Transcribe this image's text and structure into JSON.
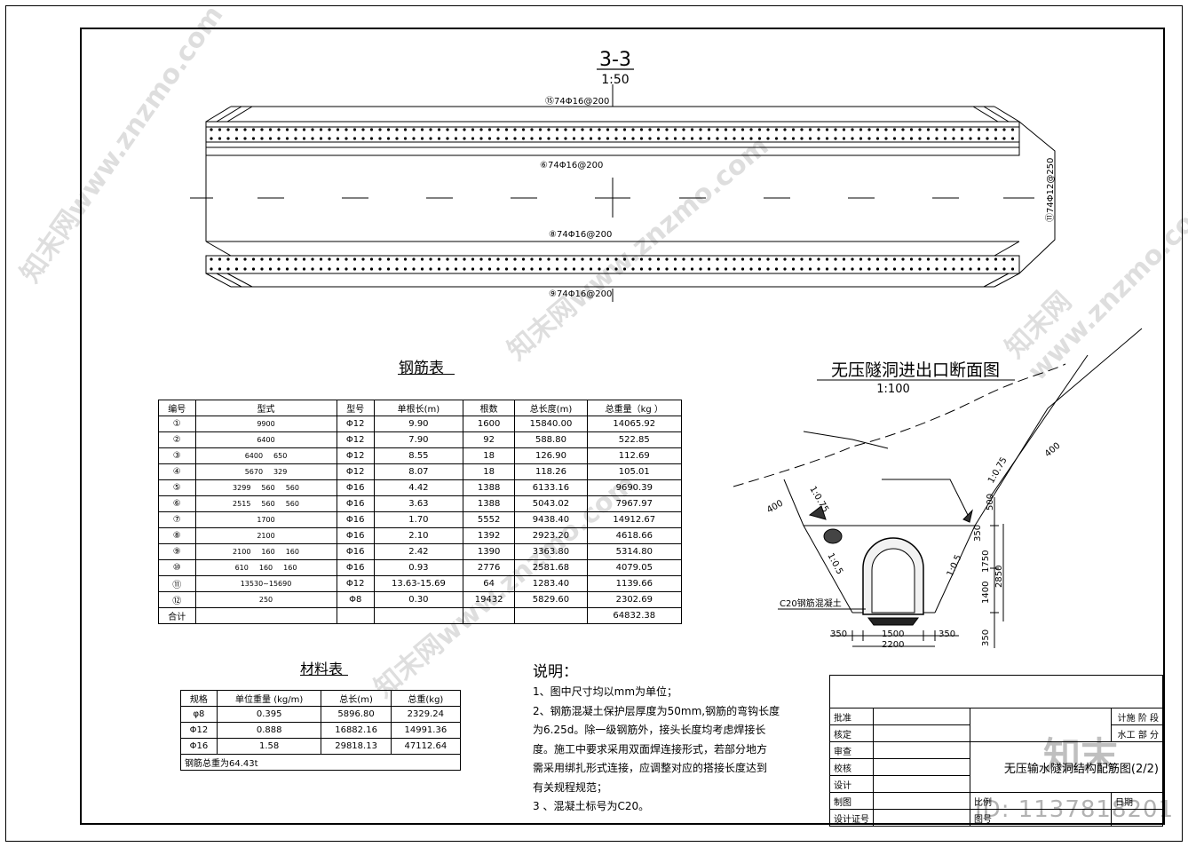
{
  "section": {
    "title": "3-3",
    "scale": "1:50",
    "rebar_labels": [
      "⑮74Φ16@200",
      "⑥74Φ16@200",
      "⑧74Φ16@200",
      "⑨74Φ16@200",
      "⑪74Φ12@250"
    ]
  },
  "rebar_table": {
    "title": "钢筋表",
    "headers": [
      "编号",
      "型式",
      "型号",
      "单根长(m)",
      "根数",
      "总长度(m)",
      "总重量（kg ）"
    ],
    "rows": [
      {
        "id": "①",
        "shape": [
          "9900"
        ],
        "type": "Φ12",
        "unit_len": "9.90",
        "count": "1600",
        "total_len": "15840.00",
        "weight": "14065.92"
      },
      {
        "id": "②",
        "shape": [
          "6400"
        ],
        "type": "Φ12",
        "unit_len": "7.90",
        "count": "92",
        "total_len": "588.80",
        "weight": "522.85"
      },
      {
        "id": "③",
        "shape": [
          "6400",
          "650"
        ],
        "type": "Φ12",
        "unit_len": "8.55",
        "count": "18",
        "total_len": "126.90",
        "weight": "112.69"
      },
      {
        "id": "④",
        "shape": [
          "5670",
          "329"
        ],
        "type": "Φ12",
        "unit_len": "8.07",
        "count": "18",
        "total_len": "118.26",
        "weight": "105.01"
      },
      {
        "id": "⑤",
        "shape": [
          "3299",
          "560",
          "560"
        ],
        "type": "Φ16",
        "unit_len": "4.42",
        "count": "1388",
        "total_len": "6133.16",
        "weight": "9690.39"
      },
      {
        "id": "⑥",
        "shape": [
          "2515",
          "560",
          "560"
        ],
        "type": "Φ16",
        "unit_len": "3.63",
        "count": "1388",
        "total_len": "5043.02",
        "weight": "7967.97"
      },
      {
        "id": "⑦",
        "shape": [
          "1700"
        ],
        "type": "Φ16",
        "unit_len": "1.70",
        "count": "5552",
        "total_len": "9438.40",
        "weight": "14912.67"
      },
      {
        "id": "⑧",
        "shape": [
          "2100"
        ],
        "type": "Φ16",
        "unit_len": "2.10",
        "count": "1392",
        "total_len": "2923.20",
        "weight": "4618.66"
      },
      {
        "id": "⑨",
        "shape": [
          "2100",
          "160",
          "160"
        ],
        "type": "Φ16",
        "unit_len": "2.42",
        "count": "1390",
        "total_len": "3363.80",
        "weight": "5314.80"
      },
      {
        "id": "⑩",
        "shape": [
          "610",
          "160",
          "160"
        ],
        "type": "Φ16",
        "unit_len": "0.93",
        "count": "2776",
        "total_len": "2581.68",
        "weight": "4079.05"
      },
      {
        "id": "⑪",
        "shape": [
          "13530~15690"
        ],
        "type": "Φ12",
        "unit_len": "13.63-15.69",
        "count": "64",
        "total_len": "1283.40",
        "weight": "1139.66"
      },
      {
        "id": "⑫",
        "shape": [
          "250"
        ],
        "type": "Φ8",
        "unit_len": "0.30",
        "count": "19432",
        "total_len": "5829.60",
        "weight": "2302.69"
      }
    ],
    "total_label": "合计",
    "total_weight": "64832.38"
  },
  "material_table": {
    "title": "材料表",
    "headers": [
      "规格",
      "单位重量 (kg/m)",
      "总长(m)",
      "总重(kg)"
    ],
    "rows": [
      {
        "spec": "φ8",
        "unit": "0.395",
        "len": "5896.80",
        "weight": "2329.24"
      },
      {
        "spec": "Φ12",
        "unit": "0.888",
        "len": "16882.16",
        "weight": "14991.36"
      },
      {
        "spec": "Φ16",
        "unit": "1.58",
        "len": "29818.13",
        "weight": "47112.64"
      }
    ],
    "summary": "钢筋总重为64.43t"
  },
  "notes": {
    "title": "说明：",
    "lines": [
      "1、图中尺寸均以mm为单位；",
      "2、钢筋混凝土保护层厚度为50mm,钢筋的弯钩长度",
      "为6.25d。除一级钢筋外，接头长度均考虑焊接长",
      "度。施工中要求采用双面焊连接形式，若部分地方",
      "需采用绑扎形式连接，应调整对应的搭接长度达到",
      "有关规程规范；",
      "3 、混凝土标号为C20。"
    ]
  },
  "portal": {
    "title": "无压隧洞进出口断面图",
    "scale": "1:100",
    "labels": {
      "dim400a": "400",
      "dim400b": "400",
      "slope075a": "1:0.75",
      "slope075b": "1:0.75",
      "slope05a": "1:0.5",
      "slope05b": "1:0.5",
      "d500": "500",
      "d350a": "350",
      "d1750": "1750",
      "d2850": "2850",
      "d1400": "1400",
      "d350b": "350",
      "d350l": "350",
      "d1500": "1500",
      "d350r": "350",
      "d2200": "2200",
      "concrete": "C20钢筋混凝土"
    }
  },
  "title_block": {
    "left": [
      "批准",
      "核定",
      "审查",
      "校核",
      "设计",
      "制图",
      "设计证号"
    ],
    "stage": "计施  阶 段",
    "dept": "水工  部 分",
    "drawing_title": "无压输水隧洞结构配筋图(2/2)",
    "scale_label": "比例",
    "date_label": "日期",
    "drawing_no_label": "图号"
  },
  "watermark": {
    "text": "知末网www.znzmo.com",
    "brand": "知末",
    "id": "ID: 1137818201"
  }
}
